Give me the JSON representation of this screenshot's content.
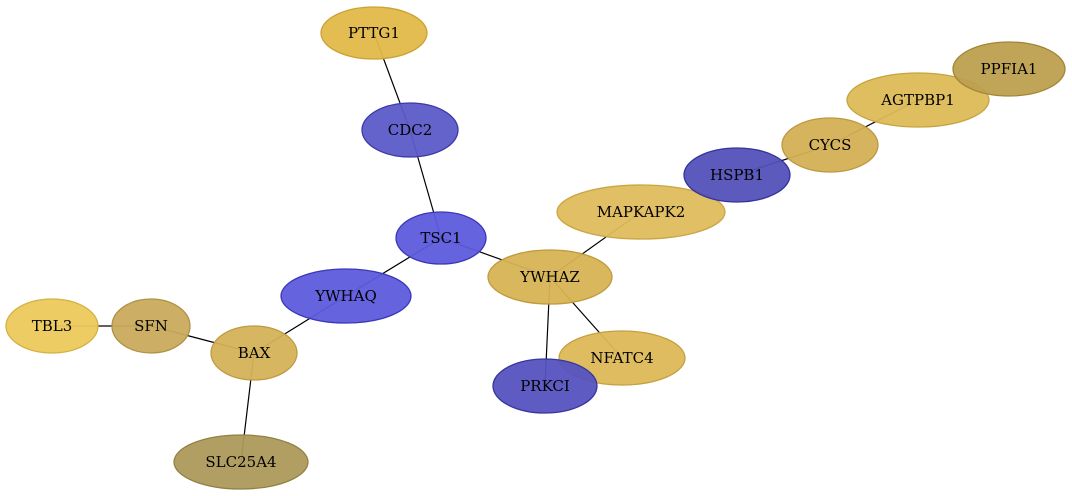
{
  "graph": {
    "nodes": [
      {
        "id": "PTTG1",
        "label": "PTTG1",
        "fill": "#E1B948",
        "stroke": "#CDA234"
      },
      {
        "id": "CDC2",
        "label": "CDC2",
        "fill": "#5C5BC8",
        "stroke": "#3B3AA8"
      },
      {
        "id": "TSC1",
        "label": "TSC1",
        "fill": "#5D5BDB",
        "stroke": "#3A38B8"
      },
      {
        "id": "YWHAQ",
        "label": "YWHAQ",
        "fill": "#5D5BDB",
        "stroke": "#3A38B8"
      },
      {
        "id": "YWHAZ",
        "label": "YWHAZ",
        "fill": "#D6B354",
        "stroke": "#C09A3C"
      },
      {
        "id": "MAPKAPK2",
        "label": "MAPKAPK2",
        "fill": "#DFBC5C",
        "stroke": "#C9A543"
      },
      {
        "id": "HSPB1",
        "label": "HSPB1",
        "fill": "#5351B8",
        "stroke": "#35339A"
      },
      {
        "id": "CYCS",
        "label": "CYCS",
        "fill": "#D4B055",
        "stroke": "#BE983E"
      },
      {
        "id": "AGTPBP1",
        "label": "AGTPBP1",
        "fill": "#DDBB57",
        "stroke": "#C7A33F"
      },
      {
        "id": "PPFIA1",
        "label": "PPFIA1",
        "fill": "#BDA04F",
        "stroke": "#A28637"
      },
      {
        "id": "NFATC4",
        "label": "NFATC4",
        "fill": "#DDB857",
        "stroke": "#C7A03F"
      },
      {
        "id": "PRKCI",
        "label": "PRKCI",
        "fill": "#5553C0",
        "stroke": "#3735A0"
      },
      {
        "id": "BAX",
        "label": "BAX",
        "fill": "#D5B258",
        "stroke": "#BF9A40"
      },
      {
        "id": "SFN",
        "label": "SFN",
        "fill": "#C9AB5C",
        "stroke": "#B09244"
      },
      {
        "id": "TBL3",
        "label": "TBL3",
        "fill": "#EBC95B",
        "stroke": "#D5B143"
      },
      {
        "id": "SLC25A4",
        "label": "SLC25A4",
        "fill": "#AD995A",
        "stroke": "#938044"
      }
    ],
    "edges": [
      [
        "PTTG1",
        "CDC2"
      ],
      [
        "CDC2",
        "TSC1"
      ],
      [
        "TSC1",
        "YWHAQ"
      ],
      [
        "TSC1",
        "YWHAZ"
      ],
      [
        "YWHAZ",
        "MAPKAPK2"
      ],
      [
        "YWHAZ",
        "NFATC4"
      ],
      [
        "YWHAZ",
        "PRKCI"
      ],
      [
        "HSPB1",
        "CYCS"
      ],
      [
        "CYCS",
        "AGTPBP1"
      ],
      [
        "YWHAQ",
        "BAX"
      ],
      [
        "BAX",
        "SFN"
      ],
      [
        "SFN",
        "TBL3"
      ],
      [
        "BAX",
        "SLC25A4"
      ]
    ]
  }
}
